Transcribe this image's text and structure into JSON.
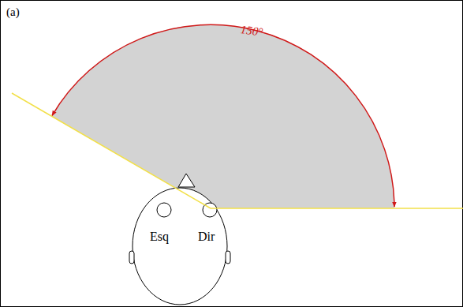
{
  "diagram": {
    "labels": [
      "(a)",
      "150°",
      "Esq",
      "Dir"
    ]
  }
}
